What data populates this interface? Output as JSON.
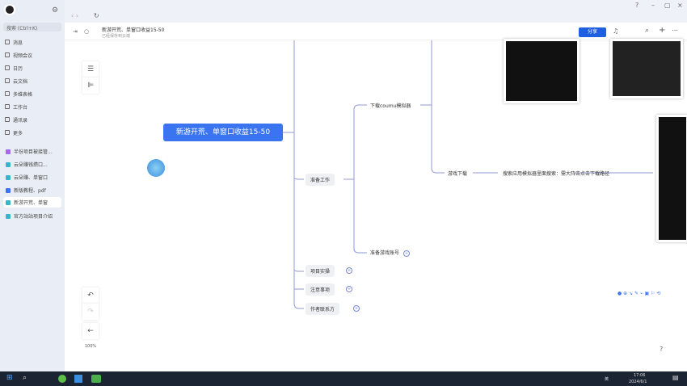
{
  "sidebar": {
    "search": "搜索 (Ctrl+K)",
    "nav": [
      "消息",
      "视频会议",
      "日历",
      "云文档",
      "多维表格",
      "工作台",
      "通讯录",
      "更多"
    ],
    "docs": [
      {
        "label": "半份项目被接管...",
        "color": "#a56be0"
      },
      {
        "label": "云朵赚钱攒口...",
        "color": "#37b6c8"
      },
      {
        "label": "云朵赚、单窗口",
        "color": "#37b6c8"
      },
      {
        "label": "新版教程、pdf",
        "color": "#3b74f0"
      },
      {
        "label": "新游开荒、单窗",
        "color": "#37b6c8"
      },
      {
        "label": "官方站站项目介绍",
        "color": "#37b6c8"
      }
    ]
  },
  "header": {
    "title": "新游开荒、单窗口收益15-50",
    "subtitle": "已经保存到云端",
    "share": "分享"
  },
  "mindmap": {
    "root": "新游开荒、单窗口收益15-50",
    "prep": "准备工作",
    "download_emu": "下载coumu模拟器",
    "game_download": "游戏下载",
    "search_hint": "搜索应用模拟器里面搜索：需大阵击点击下载路径",
    "account": "准备游戏账号",
    "practice": "项目实操",
    "notes": "注意事项",
    "contact": "作者联系方"
  },
  "canvas": {
    "zoom": "100%"
  },
  "taskbar": {
    "time": "17:06",
    "date": "2024/6/1",
    "ime": "英"
  },
  "colors": {
    "accent": "#3b74f0",
    "line": "#8f9ad6"
  }
}
